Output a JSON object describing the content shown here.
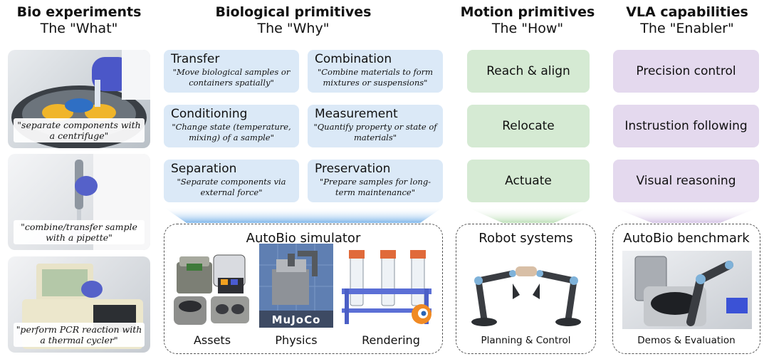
{
  "headers": [
    {
      "title": "Bio experiments",
      "subtitle": "The \"What\""
    },
    {
      "title": "Biological primitives",
      "subtitle": "The \"Why\""
    },
    {
      "title": "Motion primitives",
      "subtitle": "The \"How\""
    },
    {
      "title": "VLA capabilities",
      "subtitle": "The \"Enabler\""
    }
  ],
  "experiments": [
    {
      "caption": "\"separate components with a centrifuge\""
    },
    {
      "caption": "\"combine/transfer sample with a pipette\""
    },
    {
      "caption": "\"perform PCR reaction with a thermal cycler\""
    }
  ],
  "bio_primitives": [
    {
      "name": "Transfer",
      "desc": "\"Move biological samples or containers spatially\""
    },
    {
      "name": "Combination",
      "desc": "\"Combine materials to form mixtures or suspensions\""
    },
    {
      "name": "Conditioning",
      "desc": "\"Change state (temperature, mixing) of a sample\""
    },
    {
      "name": "Measurement",
      "desc": "\"Quantify property or state of materials\""
    },
    {
      "name": "Separation",
      "desc": "\"Separate components via external force\""
    },
    {
      "name": "Preservation",
      "desc": "\"Prepare samples for long-term maintenance\""
    }
  ],
  "motion_primitives": [
    "Reach & align",
    "Relocate",
    "Actuate"
  ],
  "vla_capabilities": [
    "Precision control",
    "Instrustion following",
    "Visual reasoning"
  ],
  "simulator": {
    "title": "AutoBio simulator",
    "components": [
      "Assets",
      "Physics",
      "Rendering"
    ],
    "physics_logo": "MuJoCo"
  },
  "robot": {
    "title": "Robot systems",
    "caption": "Planning & Control"
  },
  "benchmark": {
    "title": "AutoBio benchmark",
    "caption": "Demos & Evaluation"
  },
  "colors": {
    "blue_box": "#dbe9f7",
    "green_box": "#d5ead3",
    "purple_box": "#e4d9ee",
    "blue_arrow": "#7fb6ea",
    "green_arrow": "#c8e3c4",
    "purple_arrow": "#d9cbe6"
  }
}
